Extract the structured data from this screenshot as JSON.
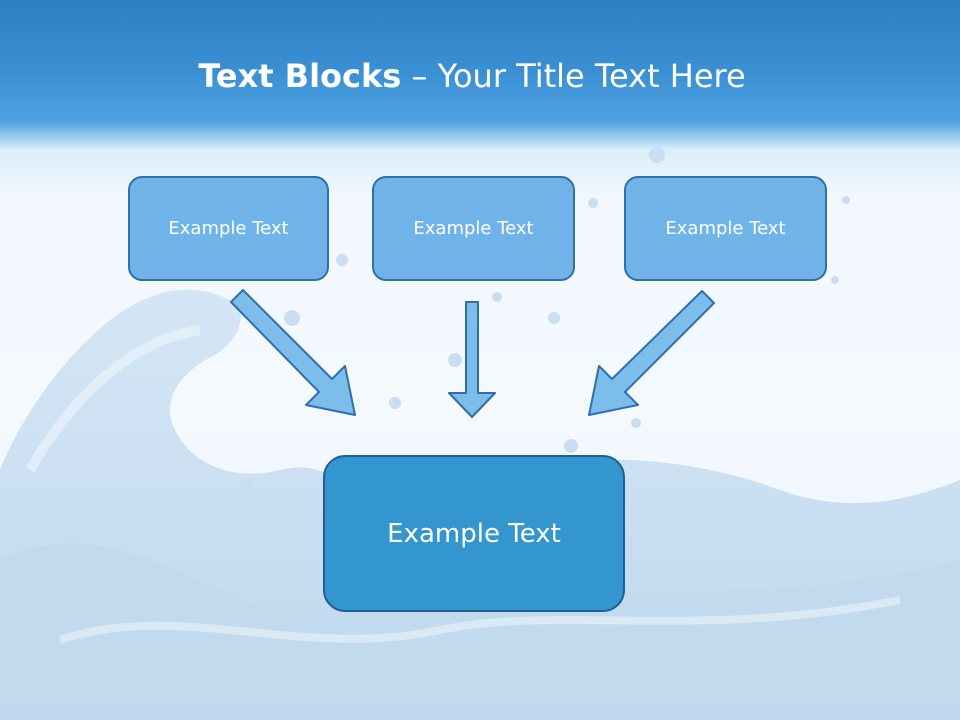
{
  "slide": {
    "title_bold": "Text Blocks",
    "title_sep": "–",
    "title_rest": "Your Title Text Here",
    "top_boxes": [
      "Example Text",
      "Example Text",
      "Example Text"
    ],
    "center_box": "Example Text",
    "colors": {
      "header": "#3a8fd3",
      "box_fill": "#6fb3e8",
      "center_fill": "#3496cf",
      "border": "#2e70a8"
    }
  }
}
